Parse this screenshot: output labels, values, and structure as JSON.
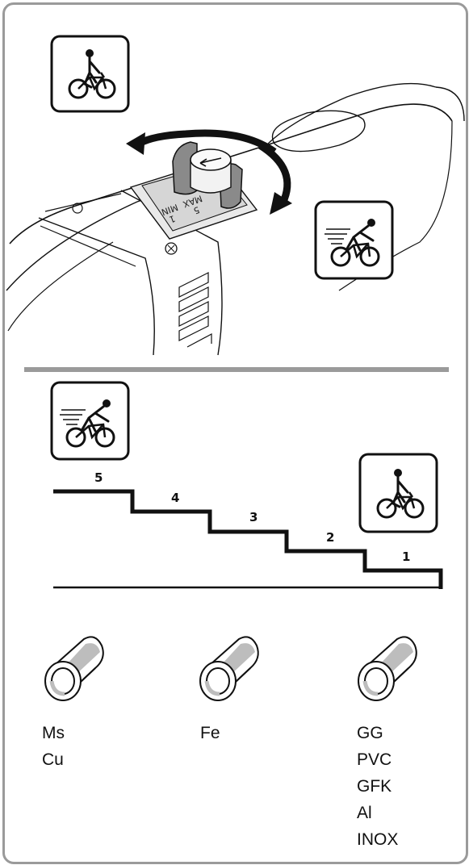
{
  "dial": {
    "max_label": "MAX",
    "min_label": "MIN",
    "max_num": "5",
    "min_num": "1"
  },
  "speed_steps": [
    "5",
    "4",
    "3",
    "2",
    "1"
  ],
  "materials": [
    {
      "lines": [
        "Ms",
        "Cu"
      ]
    },
    {
      "lines": [
        "Fe"
      ]
    },
    {
      "lines": [
        "GG",
        "PVC",
        "GFK",
        "Al",
        "INOX"
      ]
    }
  ],
  "colors": {
    "frame": "#9a9a9a",
    "divider": "#9a9a9a",
    "ink": "#111111",
    "pipe_shade": "#bdbdbd"
  },
  "icons": [
    "cyclist-slow-icon",
    "cyclist-fast-icon",
    "pipe-icon"
  ]
}
